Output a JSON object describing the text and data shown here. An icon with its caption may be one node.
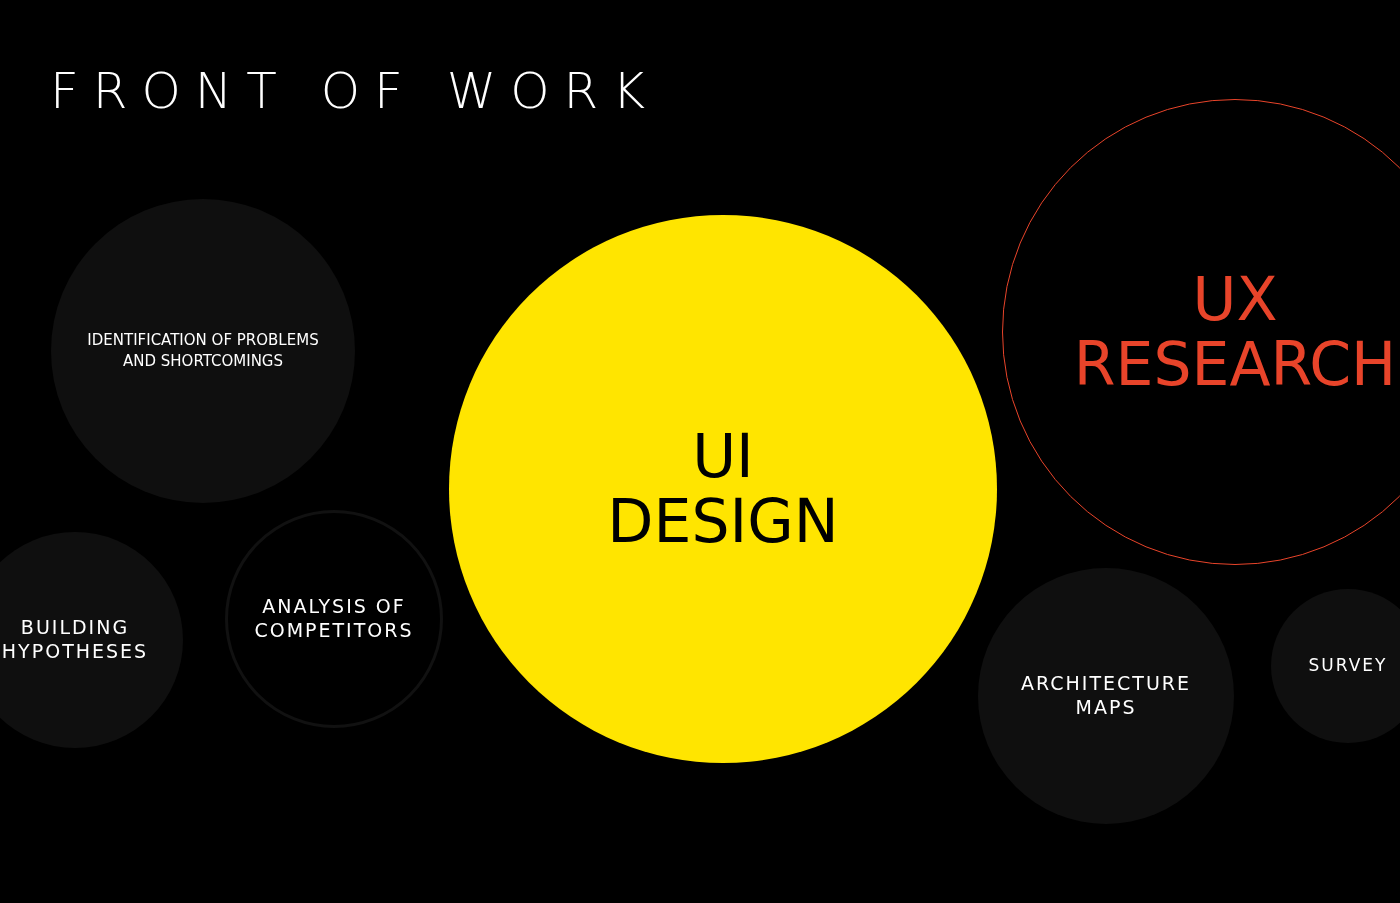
{
  "diagram": {
    "title": "FRONT OF WORK",
    "nodes": [
      {
        "text": [
          "IDENTIFICATION OF PROBLEMS AND SHORTCOMINGS"
        ]
      },
      {
        "text": [
          "UI DESIGN"
        ]
      },
      {
        "text": [
          "UX RESEARCH"
        ]
      },
      {
        "text": [
          "BUILDING HYPOTHESES"
        ]
      },
      {
        "text": [
          "ANALYSIS OF COMPETITORS"
        ]
      },
      {
        "text": [
          "ARCHITECTURE MAPS"
        ]
      },
      {
        "text": [
          "SURVEY"
        ]
      }
    ]
  }
}
